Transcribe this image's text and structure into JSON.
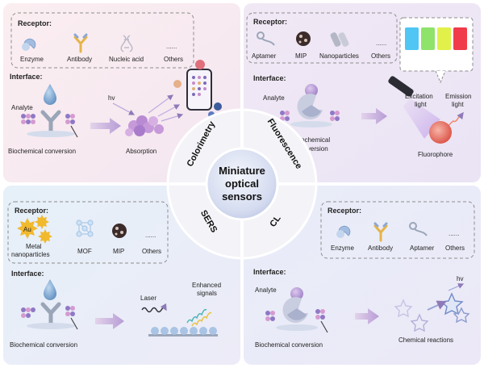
{
  "center": {
    "line1": "Miniature",
    "line2": "optical",
    "line3": "sensors"
  },
  "ring_labels": {
    "tl": "Colorimetry",
    "tr": "Fluorescence",
    "bl": "SERS",
    "br": "CL"
  },
  "quadrants": {
    "colorimetry": {
      "receptor_title": "Receptor:",
      "receptors": [
        "Enzyme",
        "Antibody",
        "Nucleic acid",
        "Others"
      ],
      "ellipsis": "......",
      "interface_title": "Interface:",
      "analyte": "Analyte",
      "hv": "hv",
      "conversion": "Biochemical conversion",
      "absorption": "Absorption"
    },
    "fluorescence": {
      "receptor_title": "Receptor:",
      "receptors": [
        "Aptamer",
        "MIP",
        "Nanoparticles",
        "Others"
      ],
      "ellipsis": "......",
      "interface_title": "Interface:",
      "analyte": "Analyte",
      "conversion_line1": "Biochemical",
      "conversion_line2": "conversion",
      "excitation_line1": "Excitation",
      "excitation_line2": "light",
      "emission_line1": "Emission",
      "emission_line2": "light",
      "fluorophore": "Fluorophore",
      "swatch_colors": [
        "#4fc6f4",
        "#8fe36b",
        "#e2f04a",
        "#ef3b4a"
      ]
    },
    "sers": {
      "receptor_title": "Receptor:",
      "au": "Au",
      "metal_line1": "Metal",
      "metal_line2": "nanoparticles",
      "receptors": [
        "MOF",
        "MIP",
        "Others"
      ],
      "ellipsis": "......",
      "interface_title": "Interface:",
      "laser": "Laser",
      "enhanced_line1": "Enhanced",
      "enhanced_line2": "signals",
      "conversion": "Biochemical conversion"
    },
    "cl": {
      "receptor_title": "Receptor:",
      "receptors": [
        "Enzyme",
        "Antibody",
        "Aptamer",
        "Others"
      ],
      "ellipsis": "......",
      "interface_title": "Interface:",
      "analyte": "Analyte",
      "hv": "hv",
      "conversion": "Biochemical conversion",
      "reactions": "Chemical reactions"
    }
  }
}
